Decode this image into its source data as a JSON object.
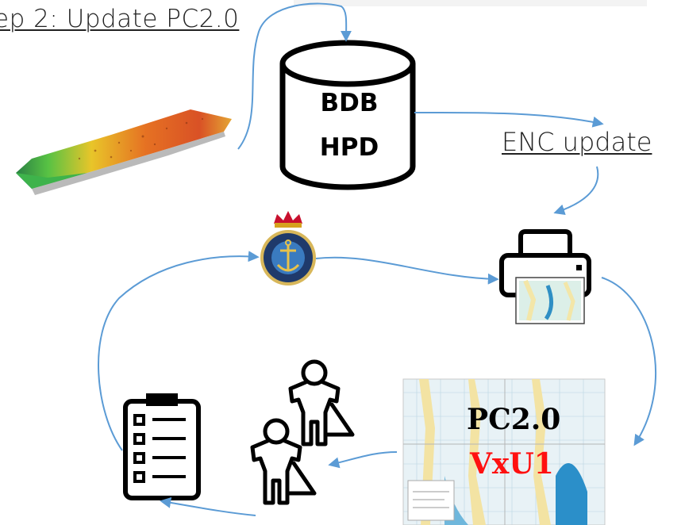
{
  "step_title": "ep 2: Update PC2.0",
  "database": {
    "line1": "BDB",
    "line2": "HPD"
  },
  "enc_update": "ENC update",
  "chart": {
    "product": "PC2.0",
    "version": "VxU1"
  },
  "colors": {
    "arrow": "#5b9bd5",
    "version_text": "#ff1010",
    "text": "#222222"
  },
  "icons": [
    "bathymetry-surface-icon",
    "database-cylinder-icon",
    "chs-crest-icon",
    "printer-icon",
    "nautical-chart-icon",
    "hydrographer-person-icon",
    "checklist-clipboard-icon"
  ]
}
